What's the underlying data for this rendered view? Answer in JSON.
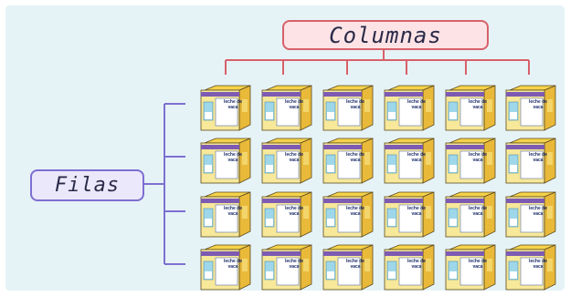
{
  "diagram": {
    "columns_label": "Columnas",
    "rows_label": "Filas",
    "grid": {
      "rows": 4,
      "columns": 6
    },
    "item": {
      "name": "milk-carton-icon",
      "text_line1": "leche de",
      "text_line2": "vaca"
    },
    "colors": {
      "background": "#e6f3f6",
      "columns_accent": "#d8606a",
      "rows_accent": "#7d6fd1",
      "carton_top": "#f5d24a",
      "carton_front": "#f7e89a",
      "carton_side": "#e9b93a",
      "carton_stripe": "#7d5bb2"
    }
  }
}
